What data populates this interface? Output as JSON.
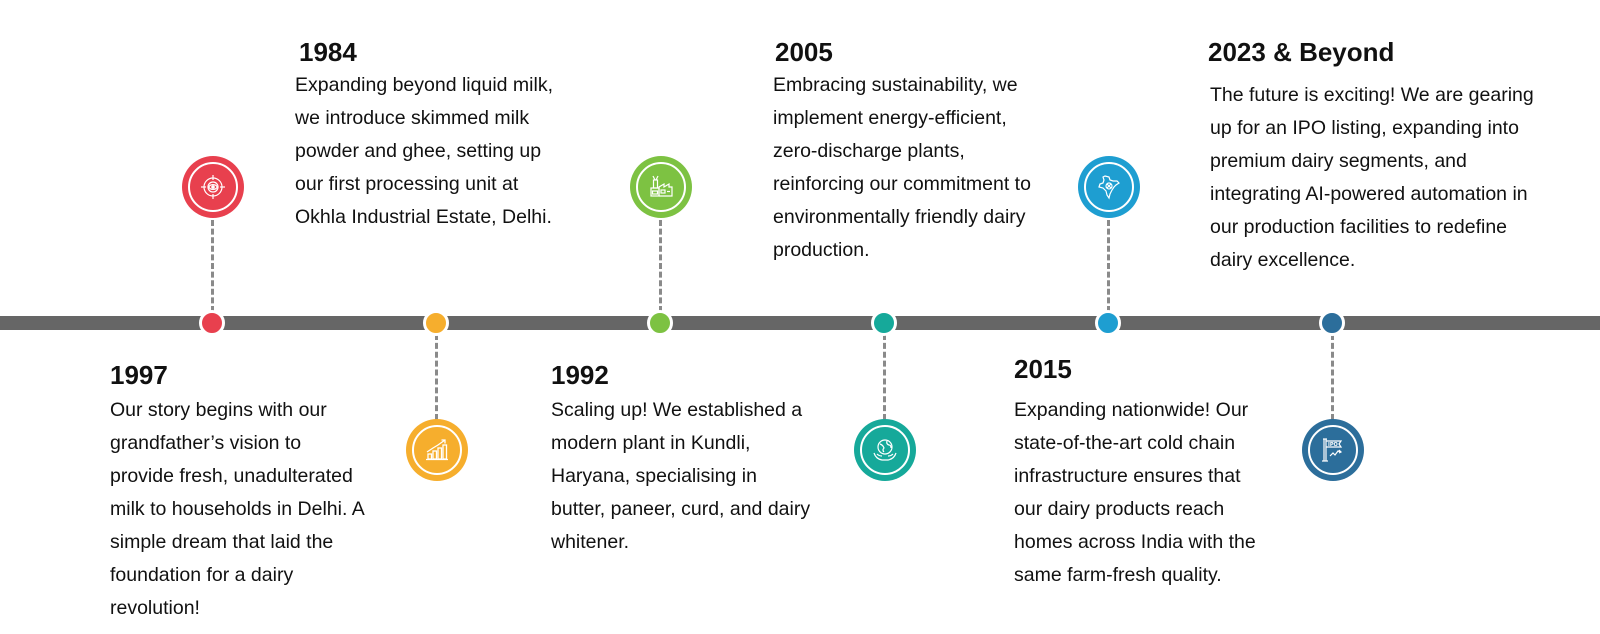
{
  "timeline": {
    "events": [
      {
        "year": "1997",
        "description": "Our story begins with our grandfather’s vision to provide fresh, unadulterated milk to households in Delhi. A simple dream that laid the foundation for a dairy revolution!",
        "icon": "vision-target-icon",
        "color": "#E8404E",
        "position": "below"
      },
      {
        "year": "1984",
        "description": "Expanding beyond liquid milk, we introduce skimmed milk powder and ghee, setting up our first processing unit at Okhla Industrial Estate, Delhi.",
        "icon": "growth-chart-icon",
        "color": "#F6AE2D",
        "position": "above"
      },
      {
        "year": "1992",
        "description": "Scaling up! We established a modern plant in Kundli, Haryana, specialising in butter, paneer, curd, and dairy whitener.",
        "icon": "factory-icon",
        "color": "#7DC242",
        "position": "below"
      },
      {
        "year": "2005",
        "description": "Embracing sustainability, we implement energy-efficient, zero-discharge plants, reinforcing our commitment to environmentally friendly dairy production.",
        "icon": "globe-in-hands-icon",
        "color": "#16A99A",
        "position": "above"
      },
      {
        "year": "2015",
        "description": "Expanding nationwide! Our state-of-the-art cold chain infrastructure ensures that our dairy products reach homes across India with the same farm-fresh quality.",
        "icon": "india-map-icon",
        "color": "#1E9ED1",
        "position": "below"
      },
      {
        "year": "2023 & Beyond",
        "description": "The future is exciting! We are gearing up for an IPO listing, expanding into premium dairy segments, and integrating AI-powered automation in our production facilities to redefine dairy excellence.",
        "icon": "ipo-flag-icon",
        "color": "#2C6E9B",
        "position": "above"
      }
    ],
    "bar_color": "#666666",
    "connector_color": "#8A8A8A"
  }
}
